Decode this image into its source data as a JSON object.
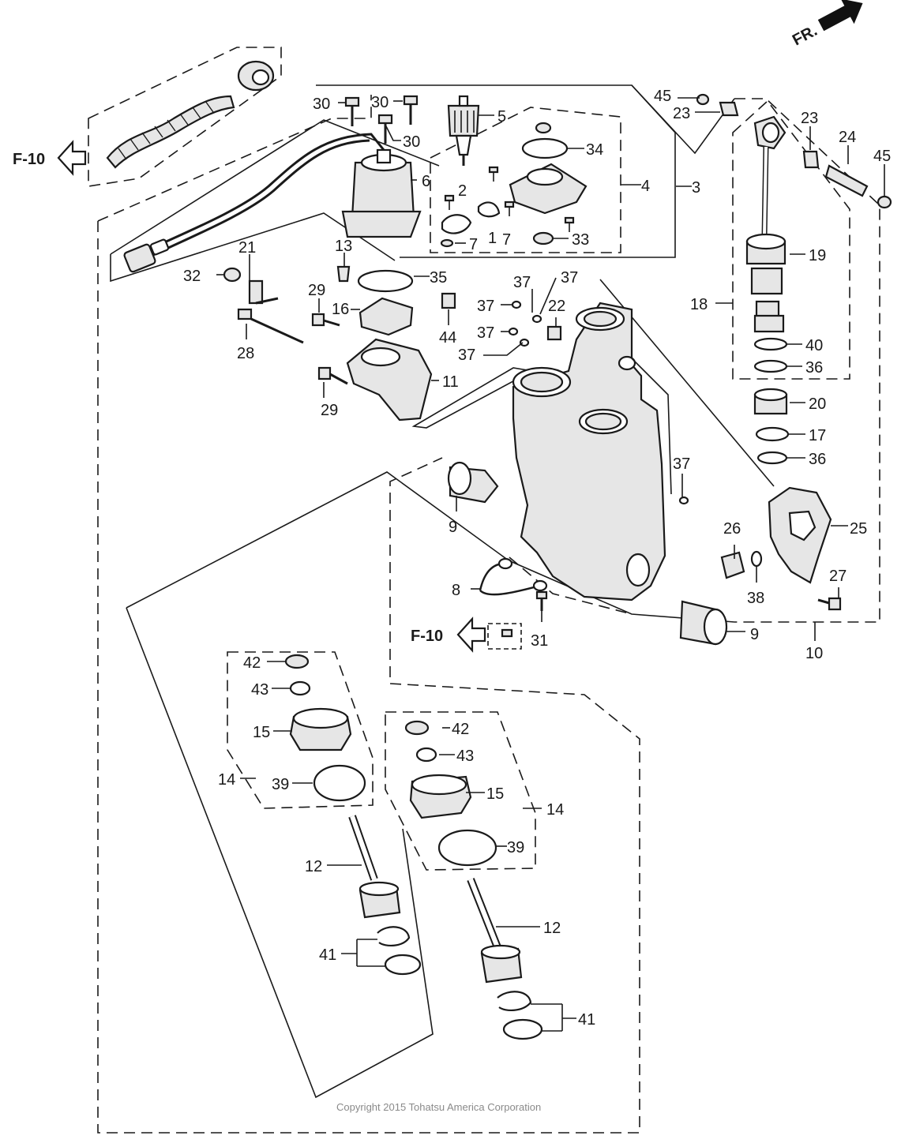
{
  "direction_badge": "FR.",
  "ref_left": "F-10",
  "ref_bottom": "F-10",
  "copyright": "Copyright 2015 Tohatsu America Corporation",
  "labels": {
    "l1": "1",
    "l2": "2",
    "l3": "3",
    "l4": "4",
    "l5": "5",
    "l6": "6",
    "l7a": "7",
    "l7b": "7",
    "l8": "8",
    "l9a": "9",
    "l9b": "9",
    "l10": "10",
    "l11": "11",
    "l12a": "12",
    "l12b": "12",
    "l13": "13",
    "l14a": "14",
    "l14b": "14",
    "l15a": "15",
    "l15b": "15",
    "l16": "16",
    "l17": "17",
    "l18": "18",
    "l19": "19",
    "l20": "20",
    "l21": "21",
    "l22": "22",
    "l23a": "23",
    "l23b": "23",
    "l24": "24",
    "l25": "25",
    "l26": "26",
    "l27": "27",
    "l28": "28",
    "l29a": "29",
    "l29b": "29",
    "l30a": "30",
    "l30b": "30",
    "l30c": "30",
    "l31": "31",
    "l32": "32",
    "l33": "33",
    "l34": "34",
    "l35": "35",
    "l36a": "36",
    "l36b": "36",
    "l37a": "37",
    "l37b": "37",
    "l37c": "37",
    "l37d": "37",
    "l37e": "37",
    "l37f": "37",
    "l38": "38",
    "l39a": "39",
    "l39b": "39",
    "l40": "40",
    "l41a": "41",
    "l41b": "41",
    "l42a": "42",
    "l42b": "42",
    "l43a": "43",
    "l43b": "43",
    "l44": "44",
    "l45a": "45",
    "l45b": "45"
  }
}
